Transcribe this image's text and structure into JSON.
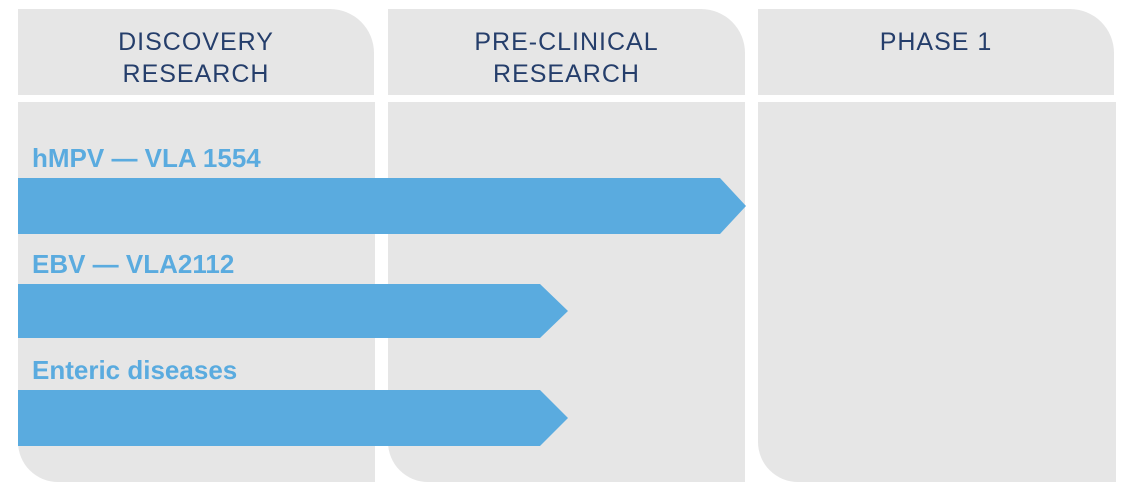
{
  "columns": [
    {
      "line1": "DISCOVERY",
      "line2": "RESEARCH"
    },
    {
      "line1": "PRE-CLINICAL",
      "line2": "RESEARCH"
    },
    {
      "line1": "PHASE 1",
      "line2": ""
    }
  ],
  "rows": [
    {
      "label": "hMPV — VLA 1554",
      "stage": "Pre-clinical research (complete)"
    },
    {
      "label": "EBV — VLA2112",
      "stage": "Pre-clinical research (midway)"
    },
    {
      "label": "Enteric diseases",
      "stage": "Pre-clinical research (midway)"
    }
  ],
  "colors": {
    "bar": "#5aabdf",
    "header_text": "#253e6b",
    "panel": "#e6e6e6"
  }
}
